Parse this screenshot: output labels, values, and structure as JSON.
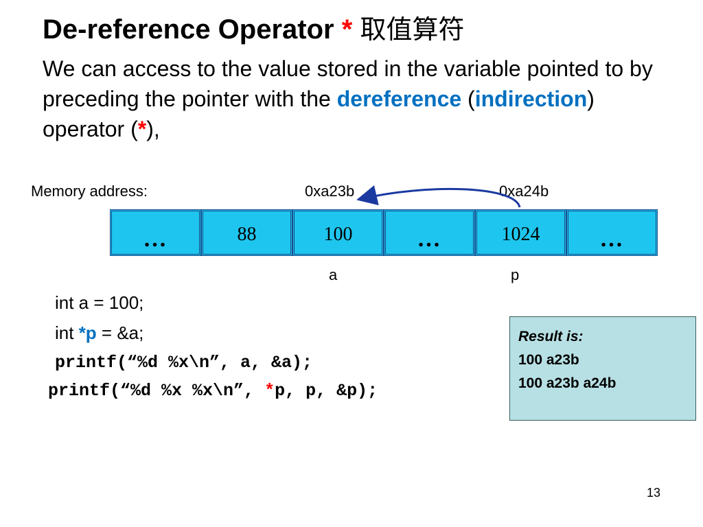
{
  "title": {
    "main": "De-reference Operator",
    "star": "*",
    "cjk": "取值算符"
  },
  "description": {
    "part1": "We can access to the value stored in the variable pointed to by preceding the pointer with the ",
    "dereference": "dereference",
    "open_paren": " (",
    "indirection": "indirection",
    "mid": ") operator (",
    "star": "*",
    "end": "),"
  },
  "memory": {
    "label": "Memory address:",
    "addr_a": "0xa23b",
    "addr_p": "0xa24b",
    "cells": [
      "…",
      "88",
      "100",
      "…",
      "1024",
      "…"
    ],
    "var_a": "a",
    "var_p": "p",
    "cell_color": "#1ec6ef",
    "arrow_color": "#1a3aa0"
  },
  "code": {
    "line1": "int a = 100;",
    "line2_pre": "int ",
    "line2_ptr": "*p",
    "line2_post": " = &a;",
    "line3": "printf(“%d %x\\n”, a, &a);",
    "line4_pre": "printf(“%d %x %x\\n”, ",
    "line4_star": "*",
    "line4_post": "p, p, &p);"
  },
  "result": {
    "header": "Result is:",
    "line1": "100 a23b",
    "line2": "100 a23b a24b"
  },
  "page_number": "13"
}
